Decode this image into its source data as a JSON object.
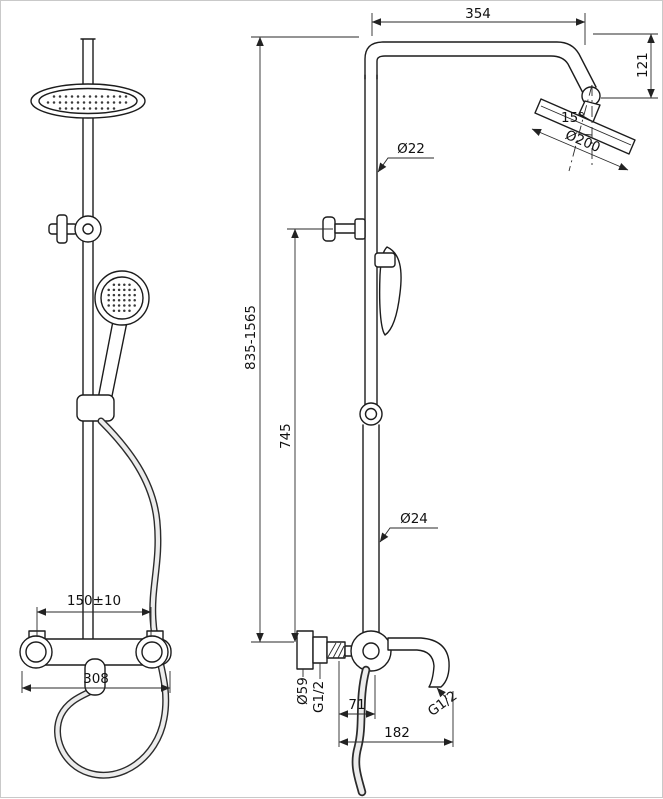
{
  "dims": {
    "d354": "354",
    "d121": "121",
    "a15": "15°",
    "d200": "Ø200",
    "d22": "Ø22",
    "h_total": "835-1565",
    "h745": "745",
    "d24": "Ø24",
    "d150": "150±10",
    "d308": "308",
    "d59": "Ø59",
    "g12_wall": "G1/2",
    "d71": "71",
    "g12_spout": "G1/2",
    "d182": "182"
  }
}
